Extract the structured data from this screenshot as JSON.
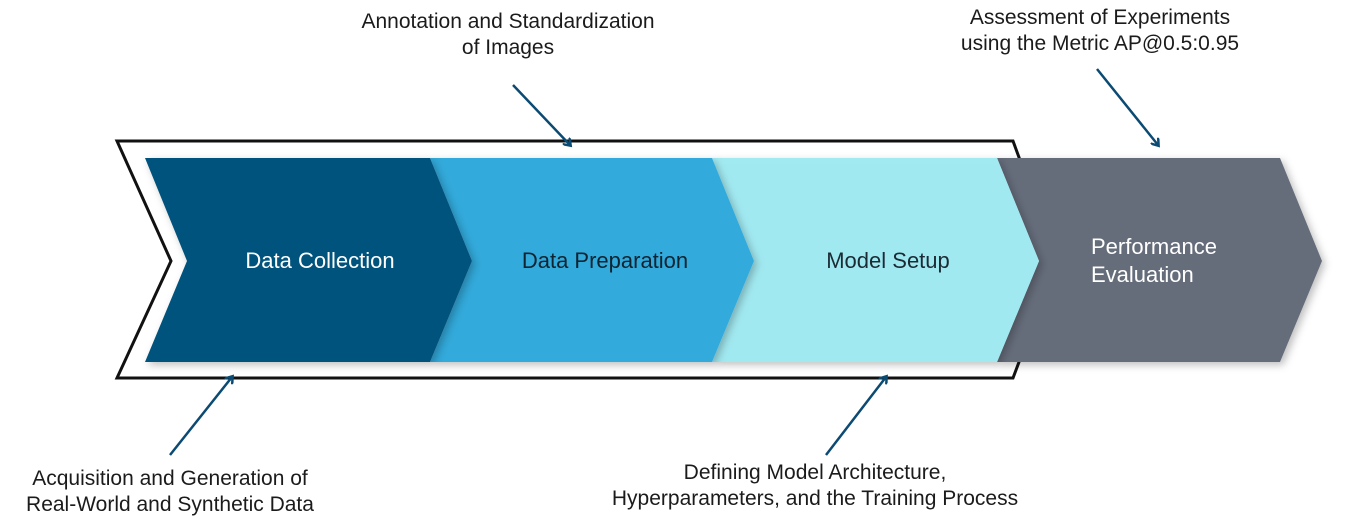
{
  "steps": [
    {
      "label": "Data Collection",
      "color": "#05527c",
      "text_color": "#ffffff"
    },
    {
      "label": "Data Preparation",
      "color": "#33aadb",
      "text_color": "#0f2430"
    },
    {
      "label": "Model Setup",
      "color": "#9fe9f2",
      "text_color": "#1b2a33"
    },
    {
      "label_lines": [
        "Performance",
        "Evaluation"
      ],
      "color": "#656c7a",
      "text_color": "#ffffff"
    }
  ],
  "annotations": {
    "top_center": [
      "Annotation and Standardization",
      "of Images"
    ],
    "top_right": [
      "Assessment of Experiments",
      "using the Metric AP@0.5:0.95"
    ],
    "bottom_left": [
      "Acquisition and Generation of",
      "Real-World and Synthetic Data"
    ],
    "bottom_center": [
      "Defining Model Architecture,",
      "Hyperparameters, and the Training Process"
    ]
  },
  "colors": {
    "arrow": "#0b4a72",
    "outline": "#111111"
  }
}
